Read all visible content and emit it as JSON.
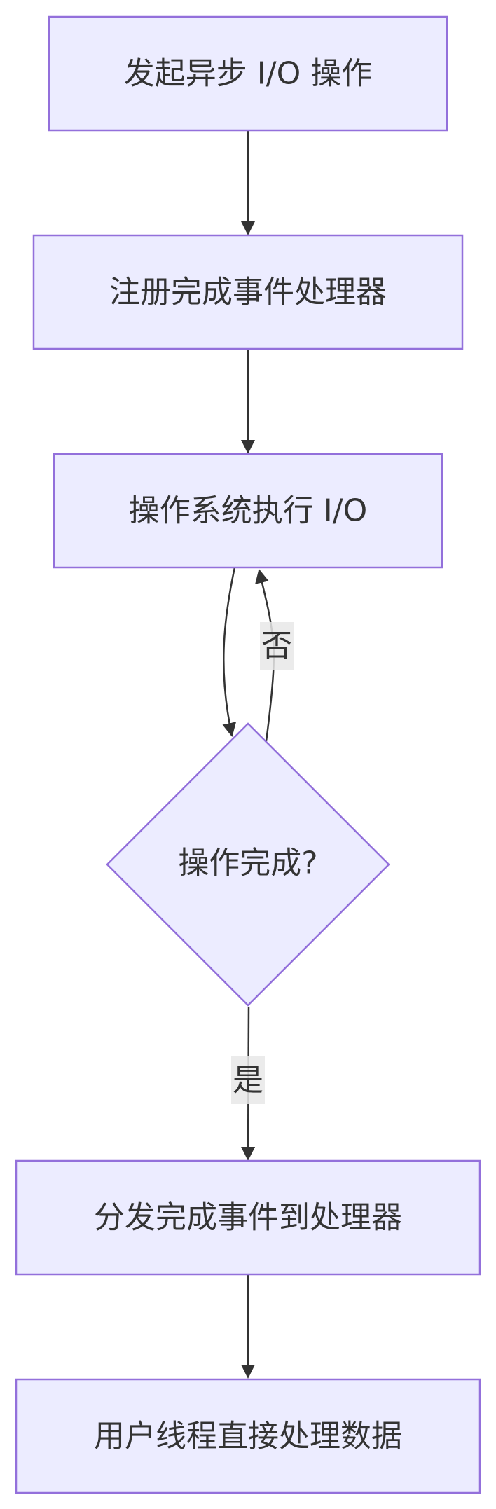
{
  "nodes": {
    "start": "发起异步 I/O 操作",
    "register": "注册完成事件处理器",
    "os_exec": "操作系统执行 I/O",
    "decision": "操作完成?",
    "dispatch": "分发完成事件到处理器",
    "process": "用户线程直接处理数据"
  },
  "edges": {
    "no_label": "否",
    "yes_label": "是"
  },
  "colors": {
    "node_fill": "#ececff",
    "node_stroke": "#9370db",
    "text": "#333333",
    "edge": "#333333",
    "label_bg": "#e8e8e8"
  }
}
